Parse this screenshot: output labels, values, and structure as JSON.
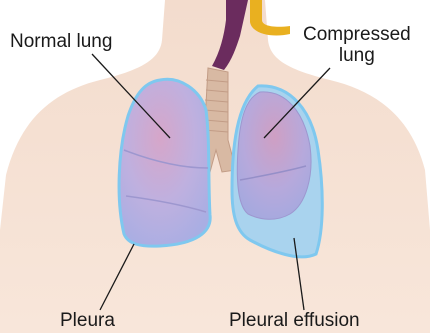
{
  "labels": {
    "normal_lung": "Normal lung",
    "compressed_lung": "Compressed\nlung",
    "pleura": "Pleura",
    "pleural_effusion": "Pleural effusion"
  },
  "colors": {
    "skin": "#f6dfd2",
    "lung_fill": "#b9b7e6",
    "lung_tint": "#d6a6c9",
    "pleura_outline": "#7fc8ef",
    "effusion": "#a9d3ee",
    "trachea": "#d8b9a3",
    "vessel_dark": "#6b2c5e",
    "vessel_yellow": "#e9b020"
  }
}
